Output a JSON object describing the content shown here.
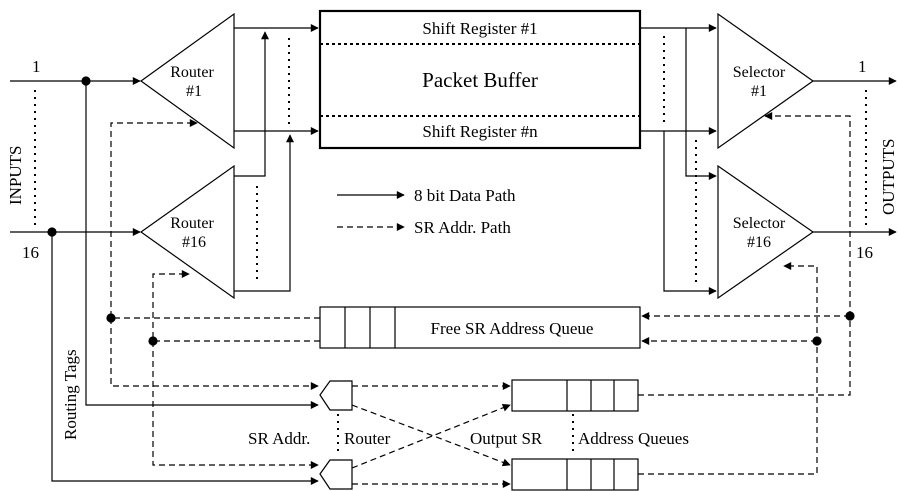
{
  "labels": {
    "input_top": "1",
    "input_bottom": "16",
    "inputs": "INPUTS",
    "output_top": "1",
    "output_bottom": "16",
    "outputs": "OUTPUTS",
    "router1_line1": "Router",
    "router1_line2": "#1",
    "router16_line1": "Router",
    "router16_line2": "#16",
    "selector1_line1": "Selector",
    "selector1_line2": "#1",
    "selector16_line1": "Selector",
    "selector16_line2": "#16",
    "shift_register_1": "Shift Register #1",
    "packet_buffer": "Packet Buffer",
    "shift_register_n": "Shift Register #n",
    "legend_data_path": "8 bit Data Path",
    "legend_sr_addr_path": "SR Addr. Path",
    "free_sr_queue": "Free SR Address Queue",
    "routing_tags": "Routing Tags",
    "sr_addr": "SR Addr.",
    "router": "Router",
    "output_sr_queues_a": "Output SR",
    "output_sr_queues_b": "Address Queues"
  }
}
